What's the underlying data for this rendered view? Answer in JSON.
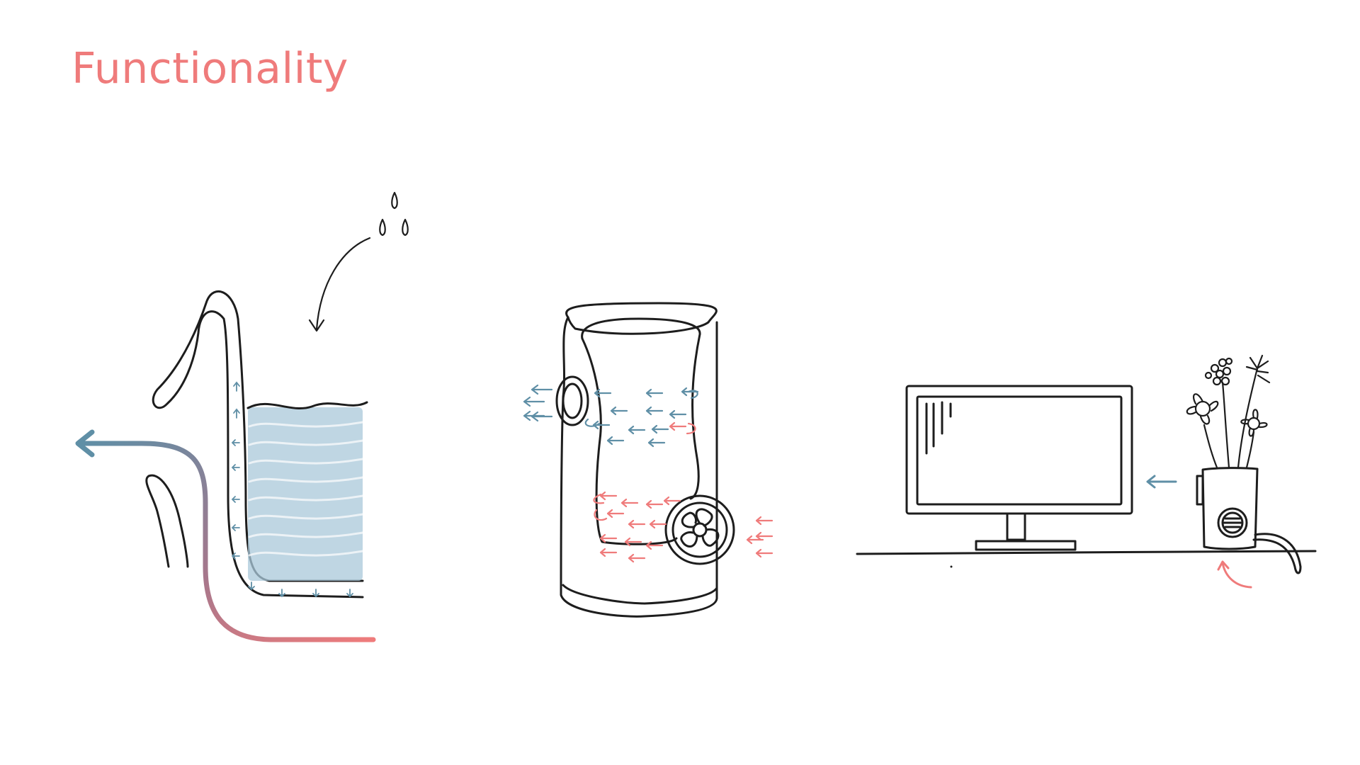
{
  "title": {
    "text": "Functionality"
  },
  "colors": {
    "accent": "#ef7b7b",
    "cool": "#5f8fa6",
    "warm": "#ef7b7b",
    "water": "#a9c8d9",
    "ink": "#1d1d1d",
    "background": "#ffffff"
  },
  "panels": [
    {
      "id": "wicking-panel",
      "icon": "water-drops-icon"
    },
    {
      "id": "airflow-panel",
      "icon": "fan-icon"
    },
    {
      "id": "room-panel",
      "icon": "monitor-icon"
    }
  ]
}
